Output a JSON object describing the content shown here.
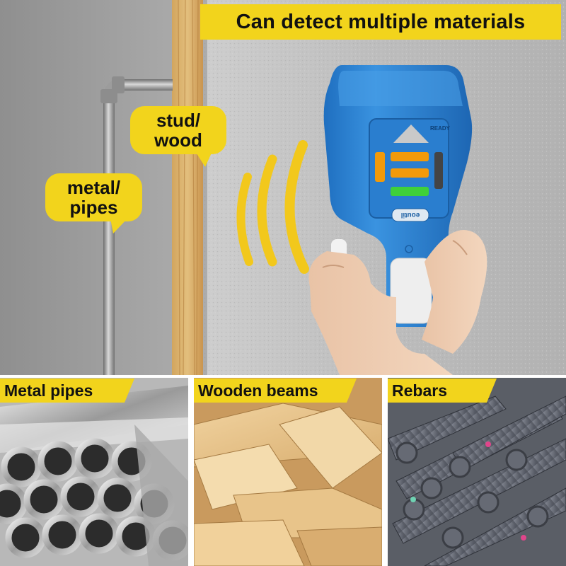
{
  "headline": "Can detect multiple materials",
  "bubbles": {
    "stud_wood": [
      "stud/",
      "wood"
    ],
    "metal_pipes": [
      "metal/",
      "pipes"
    ]
  },
  "device": {
    "status_label": "READY",
    "brand_logo_text": "eoutil"
  },
  "panels": [
    {
      "label": "Metal pipes"
    },
    {
      "label": "Wooden beams"
    },
    {
      "label": "Rebars"
    }
  ],
  "colors": {
    "accent_yellow": "#f2d41c",
    "device_blue": "#2f86d6",
    "signal_yellow": "#f2c81c",
    "led_orange": "#f29a0a",
    "led_green": "#3fd03a"
  }
}
